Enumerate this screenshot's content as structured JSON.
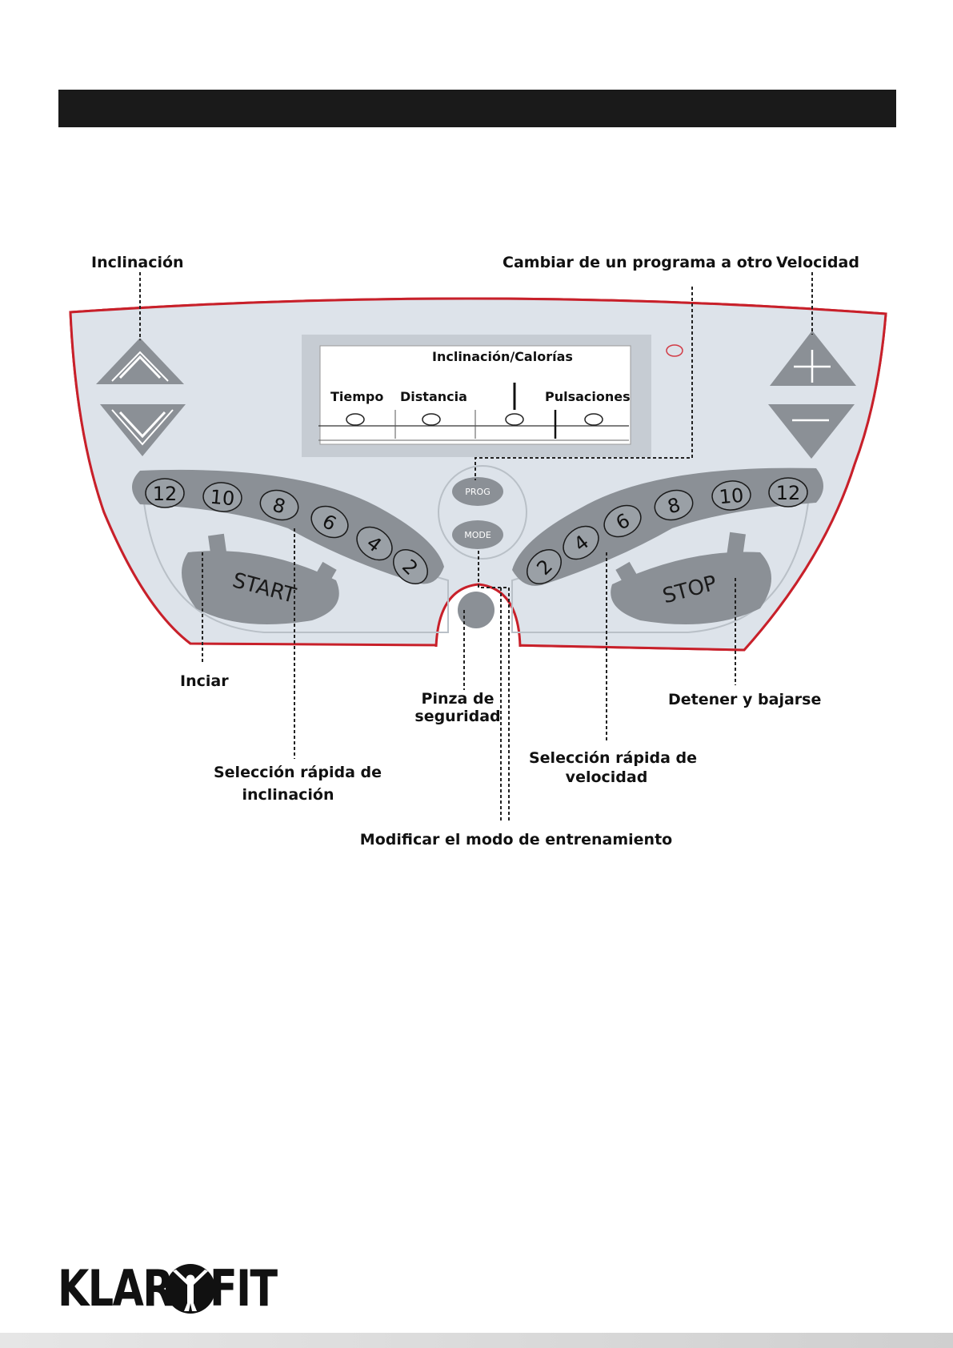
{
  "callouts": {
    "incline": "Inclinación",
    "program": "Cambiar de un programa a otro",
    "speed": "Velocidad",
    "start": "Inciar",
    "safety_line1": "Pinza de",
    "safety_line2": "seguridad",
    "stop": "Detener y bajarse",
    "quick_incline_line1": "Selección rápida de",
    "quick_incline_line2": "inclinación",
    "quick_speed_line1": "Selección rápida de",
    "quick_speed_line2": "velocidad",
    "mode": "Modificar el modo de entrenamiento"
  },
  "display": {
    "incline_calories": "Inclinación/Calorías",
    "time": "Tiempo",
    "distance": "Distancia",
    "pulse": "Pulsaciones"
  },
  "console": {
    "prog_button": "PROG",
    "mode_button": "MODE",
    "start_button": "START",
    "stop_button": "STOP",
    "incline_presets": [
      "12",
      "10",
      "8",
      "6",
      "4",
      "2"
    ],
    "speed_presets": [
      "2",
      "4",
      "6",
      "8",
      "10",
      "12"
    ]
  },
  "logo": {
    "left": "KLAR",
    "right": "FIT"
  },
  "colors": {
    "panel_outline": "#c8202a",
    "panel_fill": "#dde3ea",
    "button_gray": "#8b9096",
    "accent_dark": "#1a1a1a"
  }
}
